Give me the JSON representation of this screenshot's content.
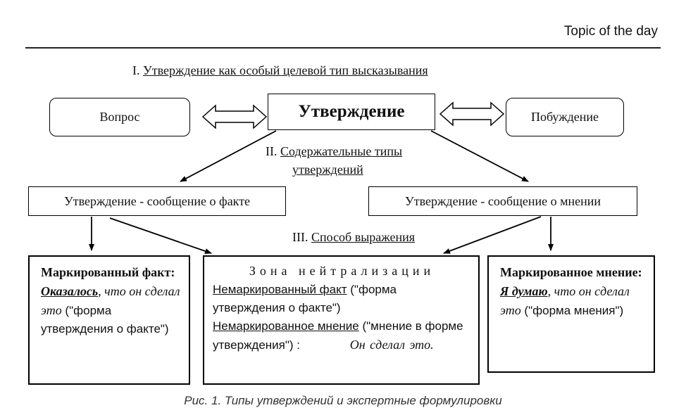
{
  "header": {
    "topic": "Topic of the day"
  },
  "section1": {
    "numeral": "I.",
    "title": "Утверждение как особый целевой тип высказывания"
  },
  "section2": {
    "numeral": "II.",
    "title_line1": "Содержательные типы",
    "title_line2": "утверждений"
  },
  "section3": {
    "numeral": "III.",
    "title": "Способ выражения"
  },
  "boxes": {
    "question": "Вопрос",
    "statement": "Утверждение",
    "incentive": "Побуждение",
    "fact": "Утверждение - сообщение о факте",
    "opinion": "Утверждение - сообщение о мнении"
  },
  "marked_fact": {
    "title": "Маркированный факт:",
    "marker": "Оказалось",
    "text_italic": ", что он сделал это",
    "text_normal": " (\"форма утверждения о факте\")"
  },
  "neutral_zone": {
    "title": "Зона нейтрализации",
    "line1_underlined": "Немаркированный факт",
    "line1_rest": " (\"форма утверждения о факте\")",
    "line2_underlined": "Немаркированное мнение",
    "line2_rest": " (\"мнение в форме утверждения\") :",
    "line2_italic": "Он сделал это."
  },
  "marked_opinion": {
    "title": "Маркированное мнение:",
    "marker": "Я думаю",
    "text_italic": ", что он сделал это",
    "text_normal": " (\"форма мнения\")"
  },
  "caption": "Рис. 1. Типы утверждений и экспертные формулировки"
}
